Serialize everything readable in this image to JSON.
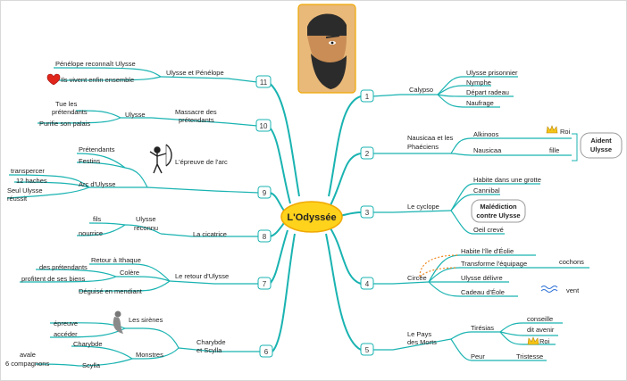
{
  "center": {
    "label": "L'Odyssée"
  },
  "colors": {
    "branch": "#19b3b1",
    "sub": "#2a8f5c",
    "center_fill": "#ffd21c",
    "center_stroke": "#f0a800",
    "num_stroke": "#19b3b1",
    "dotted": "#f08a24"
  },
  "branches": {
    "b1": {
      "num": "1",
      "label": "Calypso",
      "items": [
        "Ulysse prisonnier",
        "Nymphe",
        "Départ radeau",
        "Naufrage"
      ]
    },
    "b2": {
      "num": "2",
      "label_line1": "Nausicaa et les",
      "label_line2": "Phaéciens",
      "alkinoos": "Alkinoos",
      "roi": "Roi",
      "nausicaa": "Nausicaa",
      "fille": "fille",
      "bubble_line1": "Aident",
      "bubble_line2": "Ulysse"
    },
    "b3": {
      "num": "3",
      "label": "Le cyclope",
      "items": [
        "Habite dans une grotte",
        "Cannibal",
        "Oeil crevé"
      ],
      "bubble_line1": "Malédiction",
      "bubble_line2": "contre Ulysse"
    },
    "b4": {
      "num": "4",
      "label": "Circée",
      "items": [
        "Habite l'île d'Éolie",
        "Transforme l'équipage",
        "Ulysse délivre",
        "Cadeau d'Éole"
      ],
      "cochons": "cochons",
      "vent": "vent"
    },
    "b5": {
      "num": "5",
      "label_line1": "Le Pays",
      "label_line2": "des Morts",
      "tiresias": "Tirésias",
      "conseille": "conseille",
      "dit_avenir": "dit avenir",
      "roi": "Roi",
      "peur": "Peur",
      "tristesse": "Tristesse"
    },
    "b6": {
      "num": "6",
      "label_line1": "Charybde",
      "label_line2": "et Scylla",
      "sirenes": "Les sirènes",
      "epreuve": "épreuve",
      "acceder": "accéder",
      "monstres": "Monstres",
      "charybde": "Charybde",
      "scylla": "Scylla",
      "avale_line1": "avale",
      "avale_line2": "6 compagnons"
    },
    "b7": {
      "num": "7",
      "label": "Le retour d'Ulysse",
      "retour": "Retour à Ithaque",
      "colere": "Colère",
      "pretendants": "des prétendants",
      "profitent": "profitent de ses biens",
      "deguise": "Déguisé en mendiant"
    },
    "b8": {
      "num": "8",
      "label": "La cicatrice",
      "reconnu_line1": "Ulysse",
      "reconnu_line2": "reconnu",
      "fils": "fils",
      "nourrice": "nourrice"
    },
    "b9": {
      "num": "9",
      "label": "L'épreuve de l'arc",
      "pretendants": "Prétendants",
      "festins": "Festins",
      "arc": "Arc d'Ulysse",
      "transpercer": "transpercer",
      "haches": "12 haches",
      "reussit_line1": "Seul Ulysse",
      "reussit_line2": "réussit"
    },
    "b10": {
      "num": "10",
      "label_line1": "Massacre des",
      "label_line2": "prétendants",
      "ulysse": "Ulysse",
      "tue_line1": "Tue les",
      "tue_line2": "prétendants",
      "purifie": "Purifie son palais"
    },
    "b11": {
      "num": "11",
      "label": "Ulysse et Pénélope",
      "reconnait": "Pénélope reconnaît Ulysse",
      "vivent": "Ils vivent enfin ensemble"
    }
  }
}
